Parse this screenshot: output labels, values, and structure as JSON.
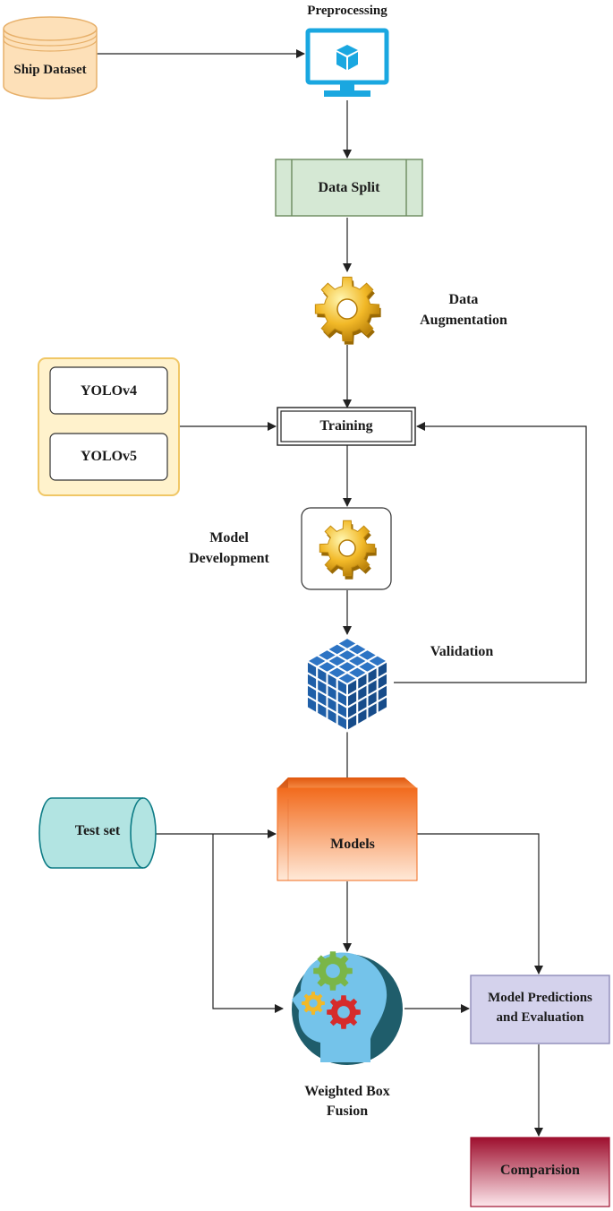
{
  "nodes": {
    "ship_dataset": "Ship Dataset",
    "preprocessing": "Preprocessing",
    "data_split": "Data Split",
    "data_augmentation_line1": "Data",
    "data_augmentation_line2": "Augmentation",
    "yolov4": "YOLOv4",
    "yolov5": "YOLOv5",
    "training": "Training",
    "model_development_line1": "Model",
    "model_development_line2": "Development",
    "validation": "Validation",
    "test_set": "Test set",
    "models": "Models",
    "weighted_box_fusion_line1": "Weighted Box",
    "weighted_box_fusion_line2": "Fusion",
    "model_predictions_line1": "Model Predictions",
    "model_predictions_line2": "and Evaluation",
    "comparison": "Comparision"
  },
  "colors": {
    "dataset_fill": "#fde0b8",
    "dataset_stroke": "#e7b06a",
    "monitor": "#1aa7e0",
    "split_fill": "#d5e8d4",
    "split_stroke": "#6b8a5e",
    "gear": "#f2b928",
    "yolo_group_fill": "#fff2cc",
    "yolo_group_stroke": "#f0c766",
    "cube_blue": "#1f5fa8",
    "test_fill": "#b2e4e2",
    "test_stroke": "#0e7c86",
    "models_orange": "#f26b1d",
    "predictions_fill": "#d4d2ec",
    "predictions_stroke": "#8e8bb8",
    "comparison_red": "#9e0f2e",
    "head_teal": "#1f5d6b",
    "head_light": "#74c3ea"
  }
}
